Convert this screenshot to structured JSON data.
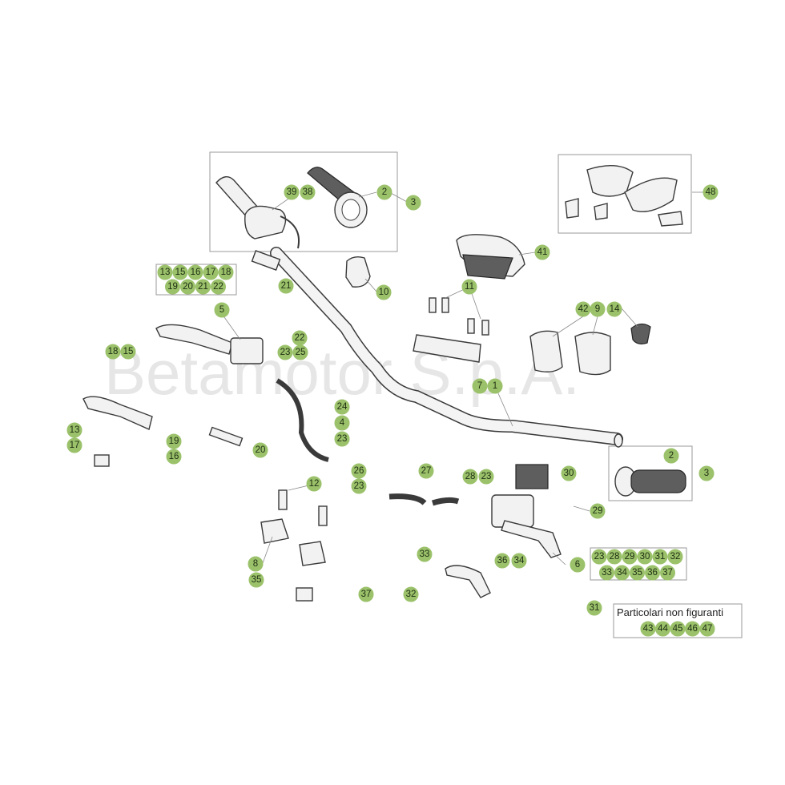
{
  "watermark": "Betamotor S.p.A.",
  "note": {
    "title": "Particolari non figuranti",
    "parts": [
      "43",
      "44",
      "45",
      "46",
      "47"
    ]
  },
  "groups": {
    "left_switch_parts": [
      [
        "13",
        "15",
        "16",
        "17",
        "18"
      ],
      [
        "19",
        "20",
        "21",
        "22"
      ]
    ],
    "right_master_parts": [
      [
        "23",
        "28",
        "29",
        "30",
        "31",
        "32"
      ],
      [
        "33",
        "34",
        "35",
        "36",
        "37"
      ]
    ]
  },
  "callouts": [
    {
      "id": "c39",
      "label": "39"
    },
    {
      "id": "c38",
      "label": "38"
    },
    {
      "id": "c2a",
      "label": "2"
    },
    {
      "id": "c3a",
      "label": "3"
    },
    {
      "id": "c48",
      "label": "48"
    },
    {
      "id": "c41",
      "label": "41"
    },
    {
      "id": "c10",
      "label": "10"
    },
    {
      "id": "c11",
      "label": "11"
    },
    {
      "id": "c21",
      "label": "21"
    },
    {
      "id": "c5",
      "label": "5"
    },
    {
      "id": "c22",
      "label": "22"
    },
    {
      "id": "c23a",
      "label": "23"
    },
    {
      "id": "c25",
      "label": "25"
    },
    {
      "id": "c18",
      "label": "18"
    },
    {
      "id": "c15",
      "label": "15"
    },
    {
      "id": "c42",
      "label": "42"
    },
    {
      "id": "c9",
      "label": "9"
    },
    {
      "id": "c14",
      "label": "14"
    },
    {
      "id": "c7",
      "label": "7"
    },
    {
      "id": "c1",
      "label": "1"
    },
    {
      "id": "c24",
      "label": "24"
    },
    {
      "id": "c4",
      "label": "4"
    },
    {
      "id": "c23b",
      "label": "23"
    },
    {
      "id": "c13",
      "label": "13"
    },
    {
      "id": "c17",
      "label": "17"
    },
    {
      "id": "c19",
      "label": "19"
    },
    {
      "id": "c16",
      "label": "16"
    },
    {
      "id": "c20",
      "label": "20"
    },
    {
      "id": "c2b",
      "label": "2"
    },
    {
      "id": "c3b",
      "label": "3"
    },
    {
      "id": "c26",
      "label": "26"
    },
    {
      "id": "c27",
      "label": "27"
    },
    {
      "id": "c23c",
      "label": "23"
    },
    {
      "id": "c28",
      "label": "28"
    },
    {
      "id": "c23d",
      "label": "23"
    },
    {
      "id": "c30",
      "label": "30"
    },
    {
      "id": "c12",
      "label": "12"
    },
    {
      "id": "c29",
      "label": "29"
    },
    {
      "id": "c8",
      "label": "8"
    },
    {
      "id": "c33",
      "label": "33"
    },
    {
      "id": "c36",
      "label": "36"
    },
    {
      "id": "c34",
      "label": "34"
    },
    {
      "id": "c6",
      "label": "6"
    },
    {
      "id": "c35",
      "label": "35"
    },
    {
      "id": "c37",
      "label": "37"
    },
    {
      "id": "c32",
      "label": "32"
    },
    {
      "id": "c31",
      "label": "31"
    }
  ]
}
